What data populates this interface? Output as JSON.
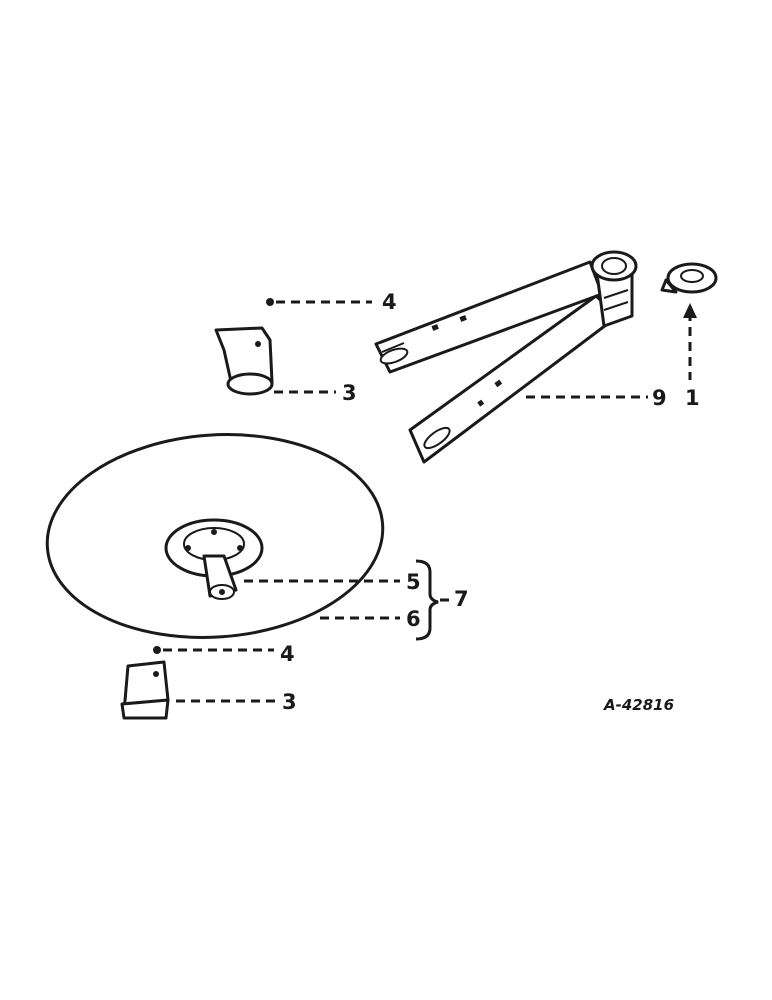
{
  "diagram": {
    "figure_number": "A-42816",
    "callouts": {
      "collar": "1",
      "bracket_upper": "3",
      "bracket_lower": "3",
      "bolt_upper": "4",
      "bolt_lower": "4",
      "hub": "5",
      "disk": "6",
      "assembly": "7",
      "arm": "9"
    }
  }
}
